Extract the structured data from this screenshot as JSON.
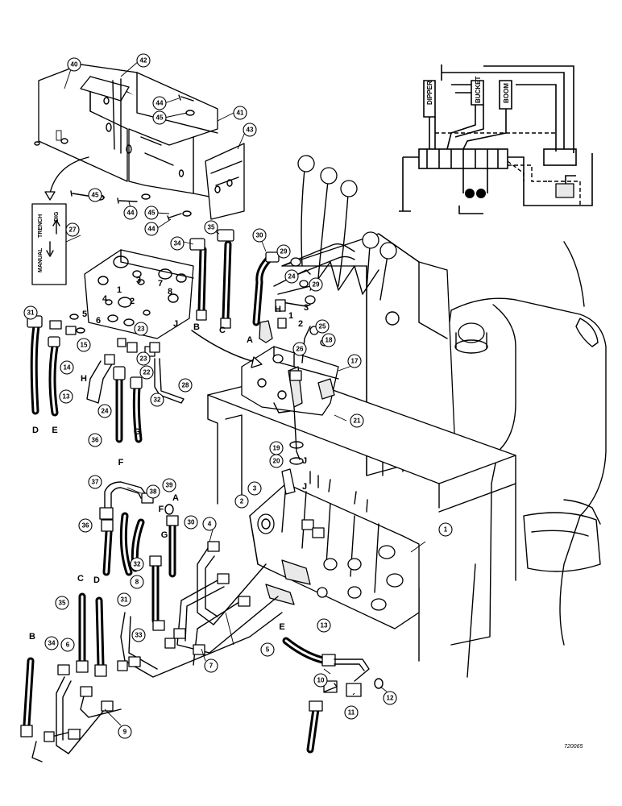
{
  "schematic": {
    "labels": [
      "DIPPER",
      "BUCKET",
      "BOOM"
    ]
  },
  "decal": {
    "text_left": "MANUAL",
    "text_right": "TRENCH",
    "text_dig": "DIG"
  },
  "drawing_code": "720065",
  "callouts": [
    {
      "id": "c40",
      "label": "40"
    },
    {
      "id": "c42",
      "label": "42"
    },
    {
      "id": "c41",
      "label": "41"
    },
    {
      "id": "c43",
      "label": "43"
    },
    {
      "id": "c44a",
      "label": "44"
    },
    {
      "id": "c45a",
      "label": "45"
    },
    {
      "id": "c45b",
      "label": "45"
    },
    {
      "id": "c44b",
      "label": "44"
    },
    {
      "id": "c45c",
      "label": "45"
    },
    {
      "id": "c44c",
      "label": "44"
    },
    {
      "id": "c27",
      "label": "27"
    },
    {
      "id": "c34t",
      "label": "34"
    },
    {
      "id": "c35t",
      "label": "35"
    },
    {
      "id": "c30t",
      "label": "30"
    },
    {
      "id": "c31t",
      "label": "31"
    },
    {
      "id": "c29a",
      "label": "29"
    },
    {
      "id": "c24a",
      "label": "24"
    },
    {
      "id": "c29b",
      "label": "29"
    },
    {
      "id": "c25",
      "label": "25"
    },
    {
      "id": "c26",
      "label": "26"
    },
    {
      "id": "c18",
      "label": "18"
    },
    {
      "id": "c17",
      "label": "17"
    },
    {
      "id": "c14",
      "label": "14"
    },
    {
      "id": "c13t",
      "label": "13"
    },
    {
      "id": "c15",
      "label": "15"
    },
    {
      "id": "c23a",
      "label": "23"
    },
    {
      "id": "c23b",
      "label": "23"
    },
    {
      "id": "c22",
      "label": "22"
    },
    {
      "id": "c24b",
      "label": "24"
    },
    {
      "id": "c36t",
      "label": "36"
    },
    {
      "id": "c32t",
      "label": "32"
    },
    {
      "id": "c28",
      "label": "28"
    },
    {
      "id": "c21",
      "label": "21"
    },
    {
      "id": "c19",
      "label": "19"
    },
    {
      "id": "c20",
      "label": "20"
    },
    {
      "id": "c37",
      "label": "37"
    },
    {
      "id": "c38",
      "label": "38"
    },
    {
      "id": "c39",
      "label": "39"
    },
    {
      "id": "c36b",
      "label": "36"
    },
    {
      "id": "c30b",
      "label": "30"
    },
    {
      "id": "c4",
      "label": "4"
    },
    {
      "id": "c3",
      "label": "3"
    },
    {
      "id": "c2",
      "label": "2"
    },
    {
      "id": "c1",
      "label": "1"
    },
    {
      "id": "c32b",
      "label": "32"
    },
    {
      "id": "c8",
      "label": "8"
    },
    {
      "id": "c35b",
      "label": "35"
    },
    {
      "id": "c31b",
      "label": "31"
    },
    {
      "id": "c33",
      "label": "33"
    },
    {
      "id": "c5",
      "label": "5"
    },
    {
      "id": "c7",
      "label": "7"
    },
    {
      "id": "c13b",
      "label": "13"
    },
    {
      "id": "c34b",
      "label": "34"
    },
    {
      "id": "c6",
      "label": "6"
    },
    {
      "id": "c10",
      "label": "10"
    },
    {
      "id": "c11",
      "label": "11"
    },
    {
      "id": "c12",
      "label": "12"
    },
    {
      "id": "c9",
      "label": "9"
    }
  ],
  "letters": [
    {
      "id": "lB1",
      "label": "B"
    },
    {
      "id": "lC1",
      "label": "C"
    },
    {
      "id": "lA1",
      "label": "A"
    },
    {
      "id": "lH1",
      "label": "H"
    },
    {
      "id": "lJ1",
      "label": "J"
    },
    {
      "id": "lD1",
      "label": "D"
    },
    {
      "id": "lE1",
      "label": "E"
    },
    {
      "id": "lH2",
      "label": "H"
    },
    {
      "id": "lF1",
      "label": "F"
    },
    {
      "id": "lG1",
      "label": "G"
    },
    {
      "id": "lJ2",
      "label": "J"
    },
    {
      "id": "lJ3",
      "label": "J"
    },
    {
      "id": "lA2",
      "label": "A"
    },
    {
      "id": "lF2",
      "label": "F"
    },
    {
      "id": "lG2",
      "label": "G"
    },
    {
      "id": "lC2",
      "label": "C"
    },
    {
      "id": "lD2",
      "label": "D"
    },
    {
      "id": "lB2",
      "label": "B"
    },
    {
      "id": "lE2",
      "label": "E"
    }
  ],
  "port_numbers": [
    {
      "id": "p1a",
      "label": "1"
    },
    {
      "id": "p2a",
      "label": "2"
    },
    {
      "id": "p3a",
      "label": "3"
    },
    {
      "id": "p4a",
      "label": "4"
    },
    {
      "id": "p5a",
      "label": "5"
    },
    {
      "id": "p6a",
      "label": "6"
    },
    {
      "id": "p7a",
      "label": "7"
    },
    {
      "id": "p8a",
      "label": "8"
    },
    {
      "id": "p1b",
      "label": "1"
    },
    {
      "id": "p2b",
      "label": "2"
    },
    {
      "id": "p3b",
      "label": "3"
    }
  ]
}
